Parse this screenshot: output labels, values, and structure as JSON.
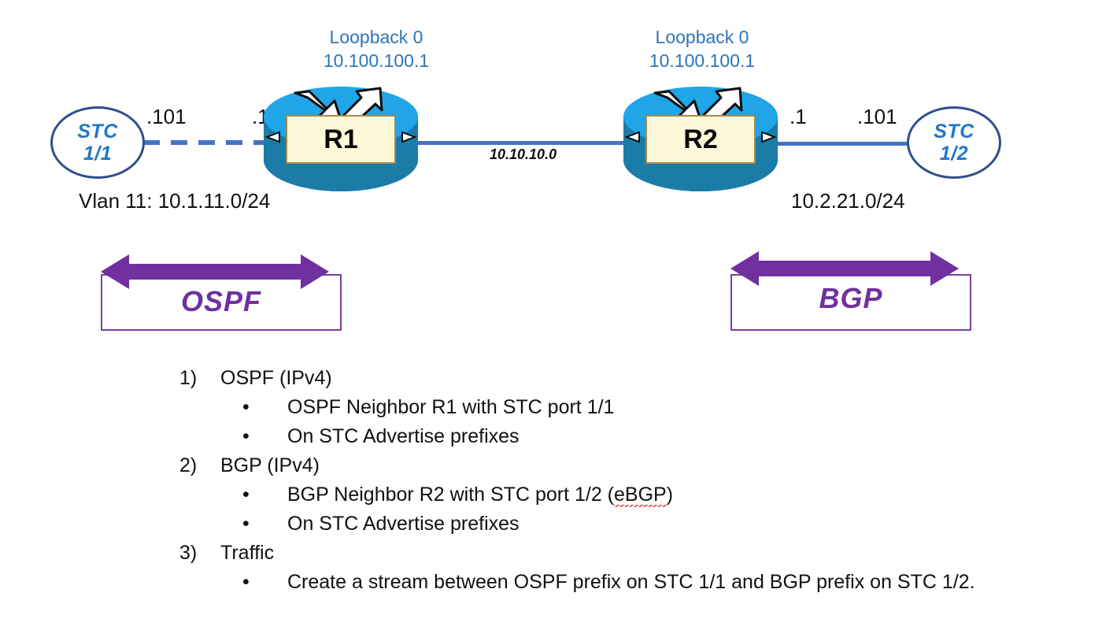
{
  "diagram": {
    "title": "OSPF and BGP network topology with Spirent TestCenter ports",
    "left_node": {
      "line1": "STC",
      "line2": "1/1",
      "near_ip": ".101",
      "router_ip": ".1",
      "subnet": "Vlan 11:   10.1.11.0/24",
      "link_style": "dashed"
    },
    "right_node": {
      "line1": "STC",
      "line2": "1/2",
      "near_ip": ".101",
      "router_ip": ".1",
      "subnet": "10.2.21.0/24",
      "link_style": "solid"
    },
    "router1": {
      "name": "R1",
      "loopback_label": "Loopback 0",
      "loopback_ip": "10.100.100.1"
    },
    "router2": {
      "name": "R2",
      "loopback_label": "Loopback 0",
      "loopback_ip": "10.100.100.1"
    },
    "inter_router_link": {
      "label": "10.10.10.0"
    },
    "protocol_boxes": [
      {
        "label": "OSPF"
      },
      {
        "label": "BGP"
      }
    ],
    "colors": {
      "router_top": "#1FA5E8",
      "router_body": "#1B7CA8",
      "router_label_fill": "#FCF8D8",
      "router_label_border": "#A68A46",
      "link_blue": "#4472C4",
      "loopback_text": "#2E75B6",
      "stc_border": "#2F4E8F",
      "stc_text": "#2277C8",
      "protocol_purple": "#7030A0"
    }
  },
  "notes": {
    "items": [
      {
        "marker": "1)",
        "text": "OSPF  (IPv4)",
        "subs": [
          {
            "dot": "•",
            "text": "OSPF Neighbor R1 with STC port 1/1"
          },
          {
            "dot": "•",
            "text": "On STC Advertise prefixes"
          }
        ]
      },
      {
        "marker": "2)",
        "text": "BGP (IPv4)",
        "subs": [
          {
            "dot": "•",
            "text_pre": "BGP Neighbor R2 with STC port 1/2 (",
            "text_spell": "eBGP",
            "text_post": ")"
          },
          {
            "dot": "•",
            "text": "On STC Advertise prefixes"
          }
        ]
      },
      {
        "marker": "3)",
        "text": "Traffic",
        "subs": [
          {
            "dot": "•",
            "text": "Create a stream between OSPF prefix on STC 1/1 and BGP prefix on STC 1/2."
          }
        ]
      }
    ]
  }
}
